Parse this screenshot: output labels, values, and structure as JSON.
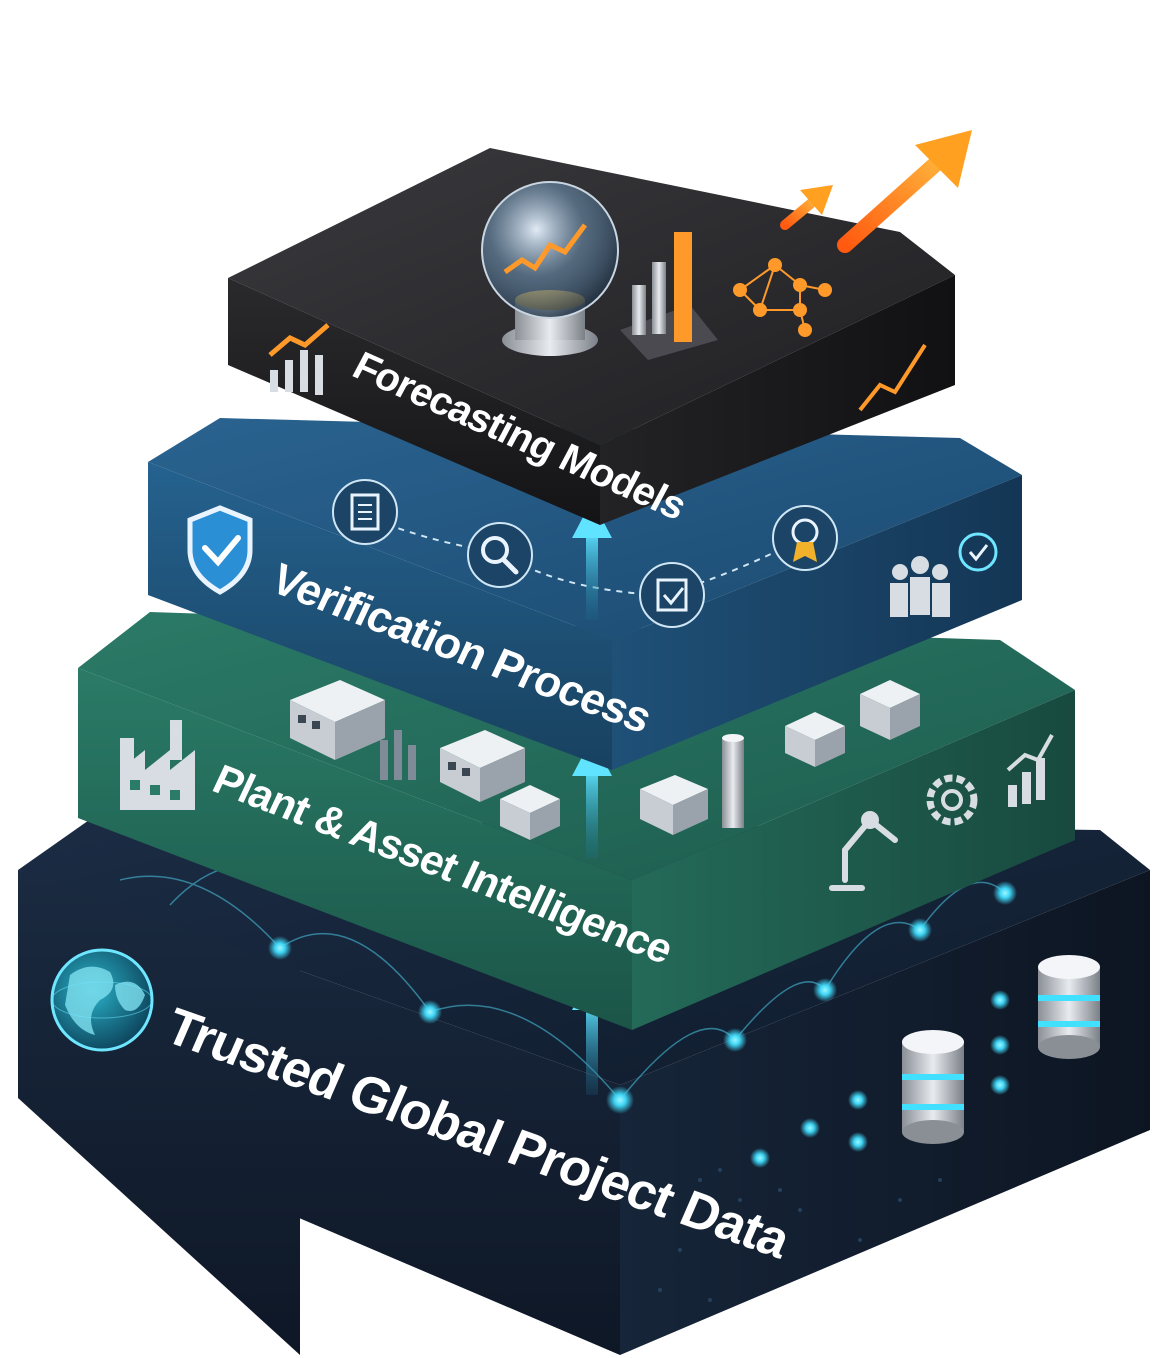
{
  "layers": [
    {
      "label": "Forecasting Models",
      "icons": [
        "bar-trend-icon",
        "crystal-ball-icon",
        "bar-chart-icon",
        "network-graph-icon",
        "trend-line-icon"
      ]
    },
    {
      "label": "Verification Process",
      "icons": [
        "shield-check-icon",
        "clipboard-icon",
        "magnifier-icon",
        "checklist-icon",
        "award-badge-icon",
        "team-icon",
        "check-circle-icon"
      ]
    },
    {
      "label": "Plant & Asset Intelligence",
      "icons": [
        "factory-icon",
        "robot-arm-icon",
        "gear-icon",
        "bar-trend-icon"
      ]
    },
    {
      "label": "Trusted Global Project Data",
      "icons": [
        "globe-icon",
        "database-icon"
      ]
    }
  ],
  "colors": {
    "forecast": "#1c1c1e",
    "verify": "#1c4d74",
    "plant": "#1f6a5a",
    "data": "#15233a",
    "accent_orange": "#ff8a1c",
    "accent_cyan": "#5fe3ff"
  }
}
